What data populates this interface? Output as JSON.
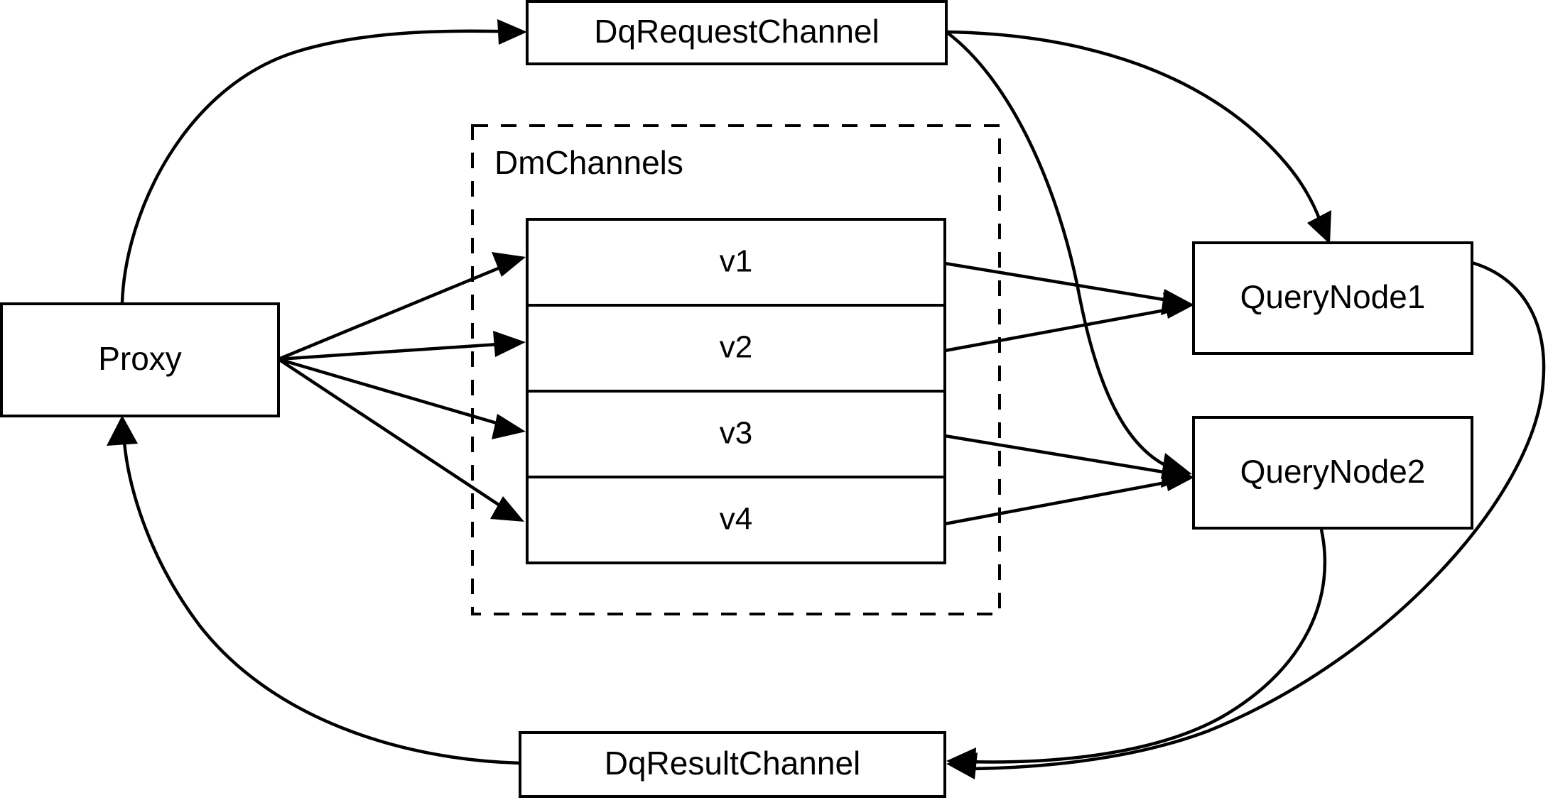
{
  "diagram": {
    "title": "Milvus distributed query message channel topology",
    "background_color": "#ffffff",
    "stroke_color": "#000000",
    "nodes": {
      "proxy": {
        "label": "Proxy"
      },
      "dq_request_channel": {
        "label": "DqRequestChannel"
      },
      "dq_result_channel": {
        "label": "DqResultChannel"
      },
      "query_node_1": {
        "label": "QueryNode1"
      },
      "query_node_2": {
        "label": "QueryNode2"
      }
    },
    "group": {
      "label": "DmChannels",
      "style": "dashed",
      "slots": [
        {
          "label": "v1"
        },
        {
          "label": "v2"
        },
        {
          "label": "v3"
        },
        {
          "label": "v4"
        }
      ]
    },
    "edges": [
      {
        "from": "Proxy",
        "to": "DqRequestChannel",
        "style": "curved",
        "arrow": "to"
      },
      {
        "from": "Proxy",
        "to": "v1",
        "style": "straight",
        "arrow": "to"
      },
      {
        "from": "Proxy",
        "to": "v2",
        "style": "straight",
        "arrow": "to"
      },
      {
        "from": "Proxy",
        "to": "v3",
        "style": "straight",
        "arrow": "to"
      },
      {
        "from": "Proxy",
        "to": "v4",
        "style": "straight",
        "arrow": "to"
      },
      {
        "from": "DqRequestChannel",
        "to": "QueryNode1",
        "style": "curved",
        "arrow": "to"
      },
      {
        "from": "DqRequestChannel",
        "to": "QueryNode2",
        "style": "curved",
        "arrow": "to"
      },
      {
        "from": "v1",
        "to": "QueryNode1",
        "style": "straight",
        "arrow": "to"
      },
      {
        "from": "v2",
        "to": "QueryNode1",
        "style": "straight",
        "arrow": "to"
      },
      {
        "from": "v3",
        "to": "QueryNode2",
        "style": "straight",
        "arrow": "to"
      },
      {
        "from": "v4",
        "to": "QueryNode2",
        "style": "straight",
        "arrow": "to"
      },
      {
        "from": "QueryNode1",
        "to": "DqResultChannel",
        "style": "curved",
        "arrow": "to"
      },
      {
        "from": "QueryNode2",
        "to": "DqResultChannel",
        "style": "curved",
        "arrow": "to"
      },
      {
        "from": "DqResultChannel",
        "to": "Proxy",
        "style": "curved",
        "arrow": "to"
      }
    ]
  }
}
